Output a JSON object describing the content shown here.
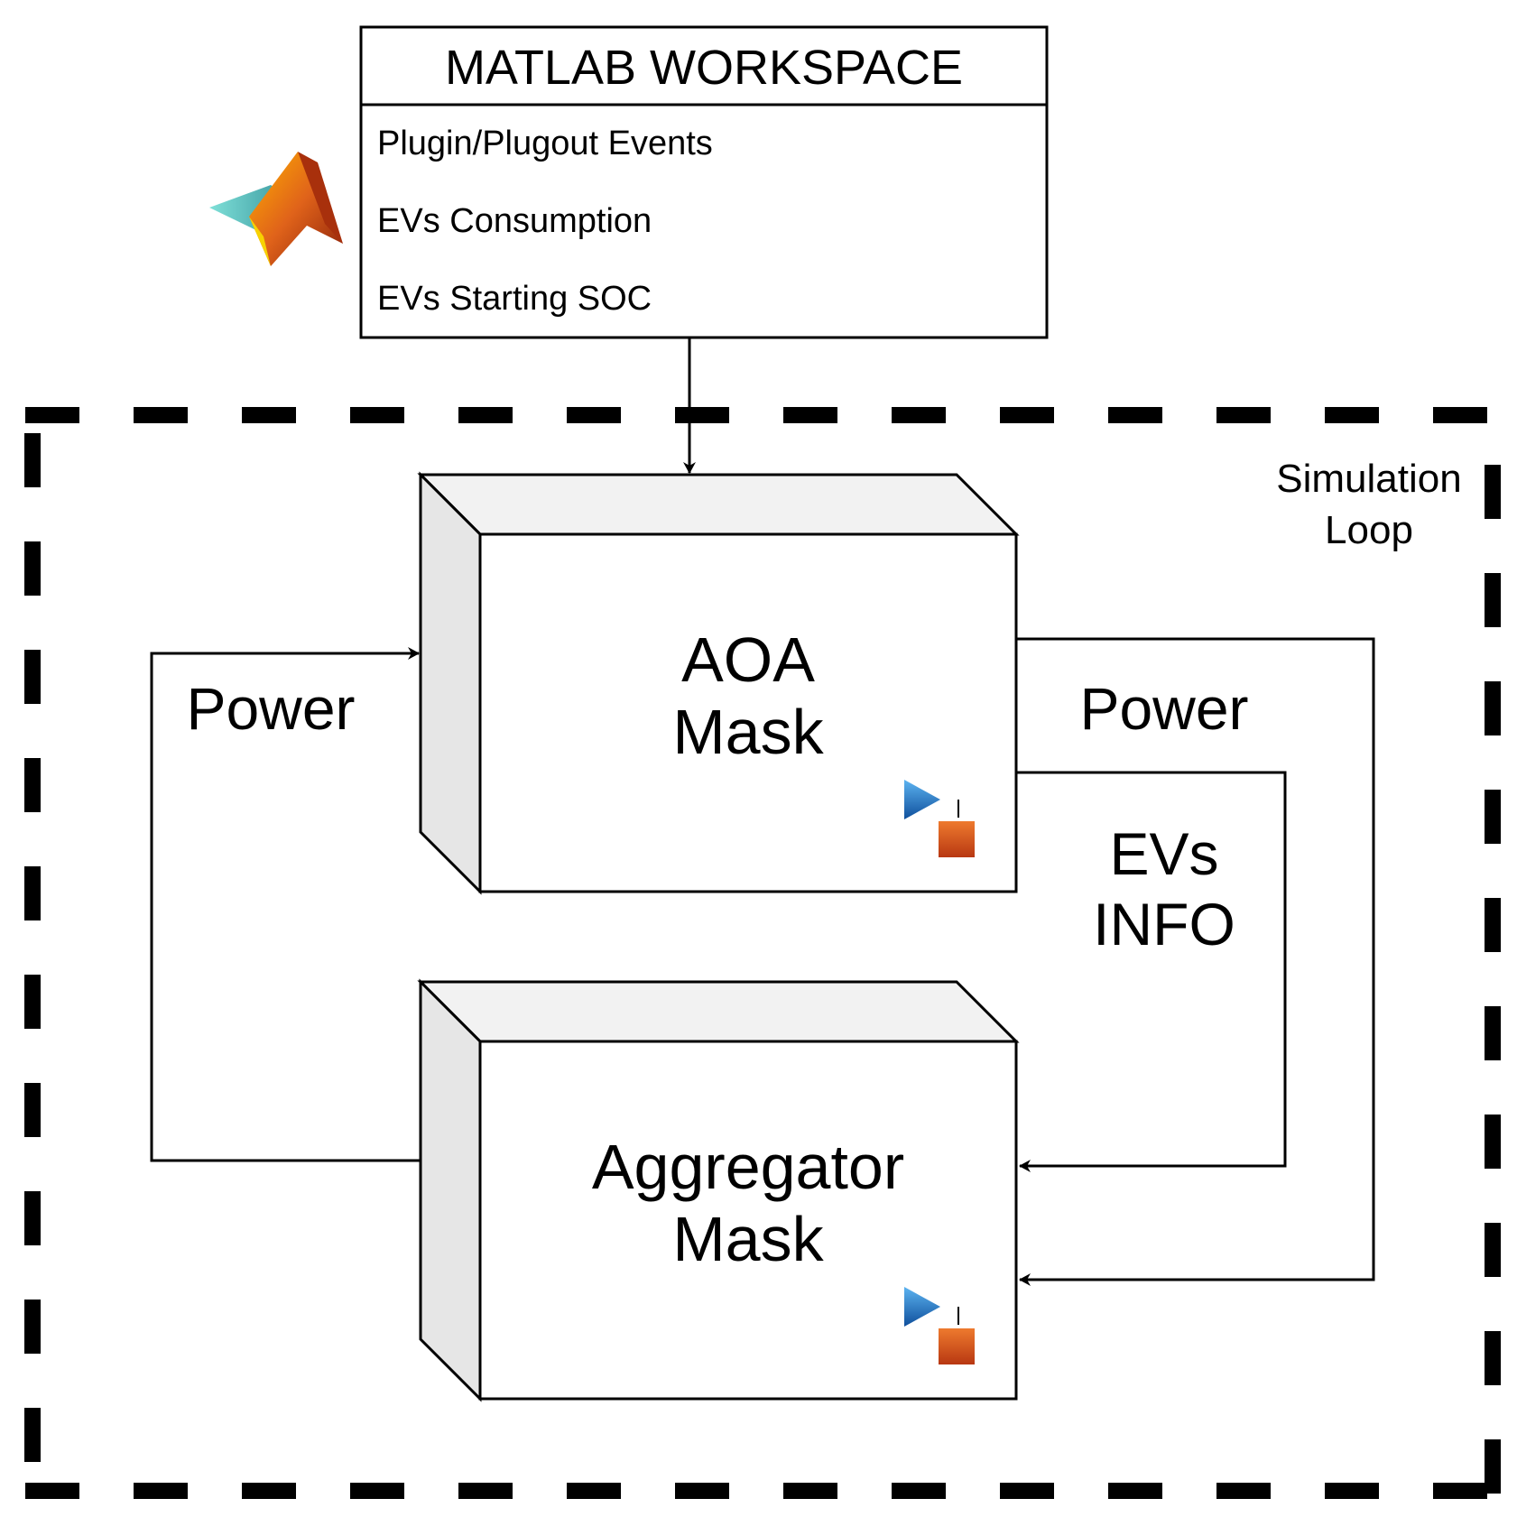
{
  "workspace": {
    "title": "MATLAB WORKSPACE",
    "items": [
      "Plugin/Plugout Events",
      "EVs Consumption",
      "EVs Starting SOC"
    ]
  },
  "simulation_loop": {
    "line1": "Simulation",
    "line2": "Loop"
  },
  "aoa_mask": {
    "line1": "AOA",
    "line2": "Mask"
  },
  "aggregator_mask": {
    "line1": "Aggregator",
    "line2": "Mask"
  },
  "edges": {
    "power_left": "Power",
    "power_right": "Power",
    "evs_info_line1": "EVs",
    "evs_info_line2": "INFO"
  },
  "icons": {
    "matlab_logo": "matlab-logo-icon",
    "aoa_simulink": "simulink-block-icon",
    "aggregator_simulink": "simulink-block-icon"
  },
  "colors": {
    "stroke": "#000000",
    "box_front": "#ffffff",
    "box_side": "#e6e6e6",
    "box_top": "#f2f2f2",
    "dash": "#000000",
    "simulink_blue": "#1f6fc4",
    "simulink_orange": "#d9541e"
  }
}
